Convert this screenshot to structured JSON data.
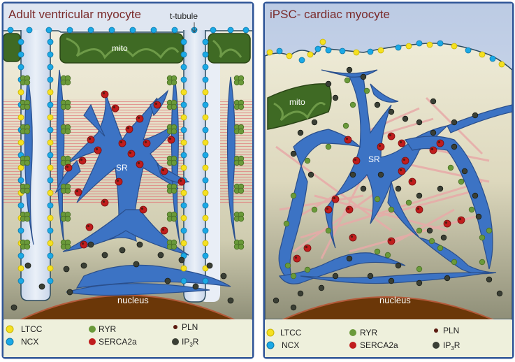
{
  "panels": {
    "left": {
      "title": "Adult ventricular myocyte",
      "labels": {
        "mito": "mito",
        "t_tubule": "t-tubule",
        "sr": "SR",
        "nucleus": "nucleus"
      }
    },
    "right": {
      "title": "iPSC- cardiac myocyte",
      "labels": {
        "mito": "mito",
        "sr": "SR",
        "nucleus": "nucleus"
      }
    }
  },
  "legend": {
    "ltcc": "LTCC",
    "ncx": "NCX",
    "ryr": "RYR",
    "serca": "SERCA2a",
    "pln": "PLN",
    "ip3r_main": "IP",
    "ip3r_sub": "3",
    "ip3r_end": "R"
  },
  "colors": {
    "frame": "#2f5597",
    "ltcc": "#f5e021",
    "ncx": "#1ba9e6",
    "ryr": "#6a9a3a",
    "serca": "#c01d1d",
    "pln": "#5a1a10",
    "ip3r": "#3a3f35",
    "sr": "#3c73c4",
    "mito": "#3f6a24",
    "nucleus": "#6b3708",
    "title": "#7a2a2a"
  }
}
